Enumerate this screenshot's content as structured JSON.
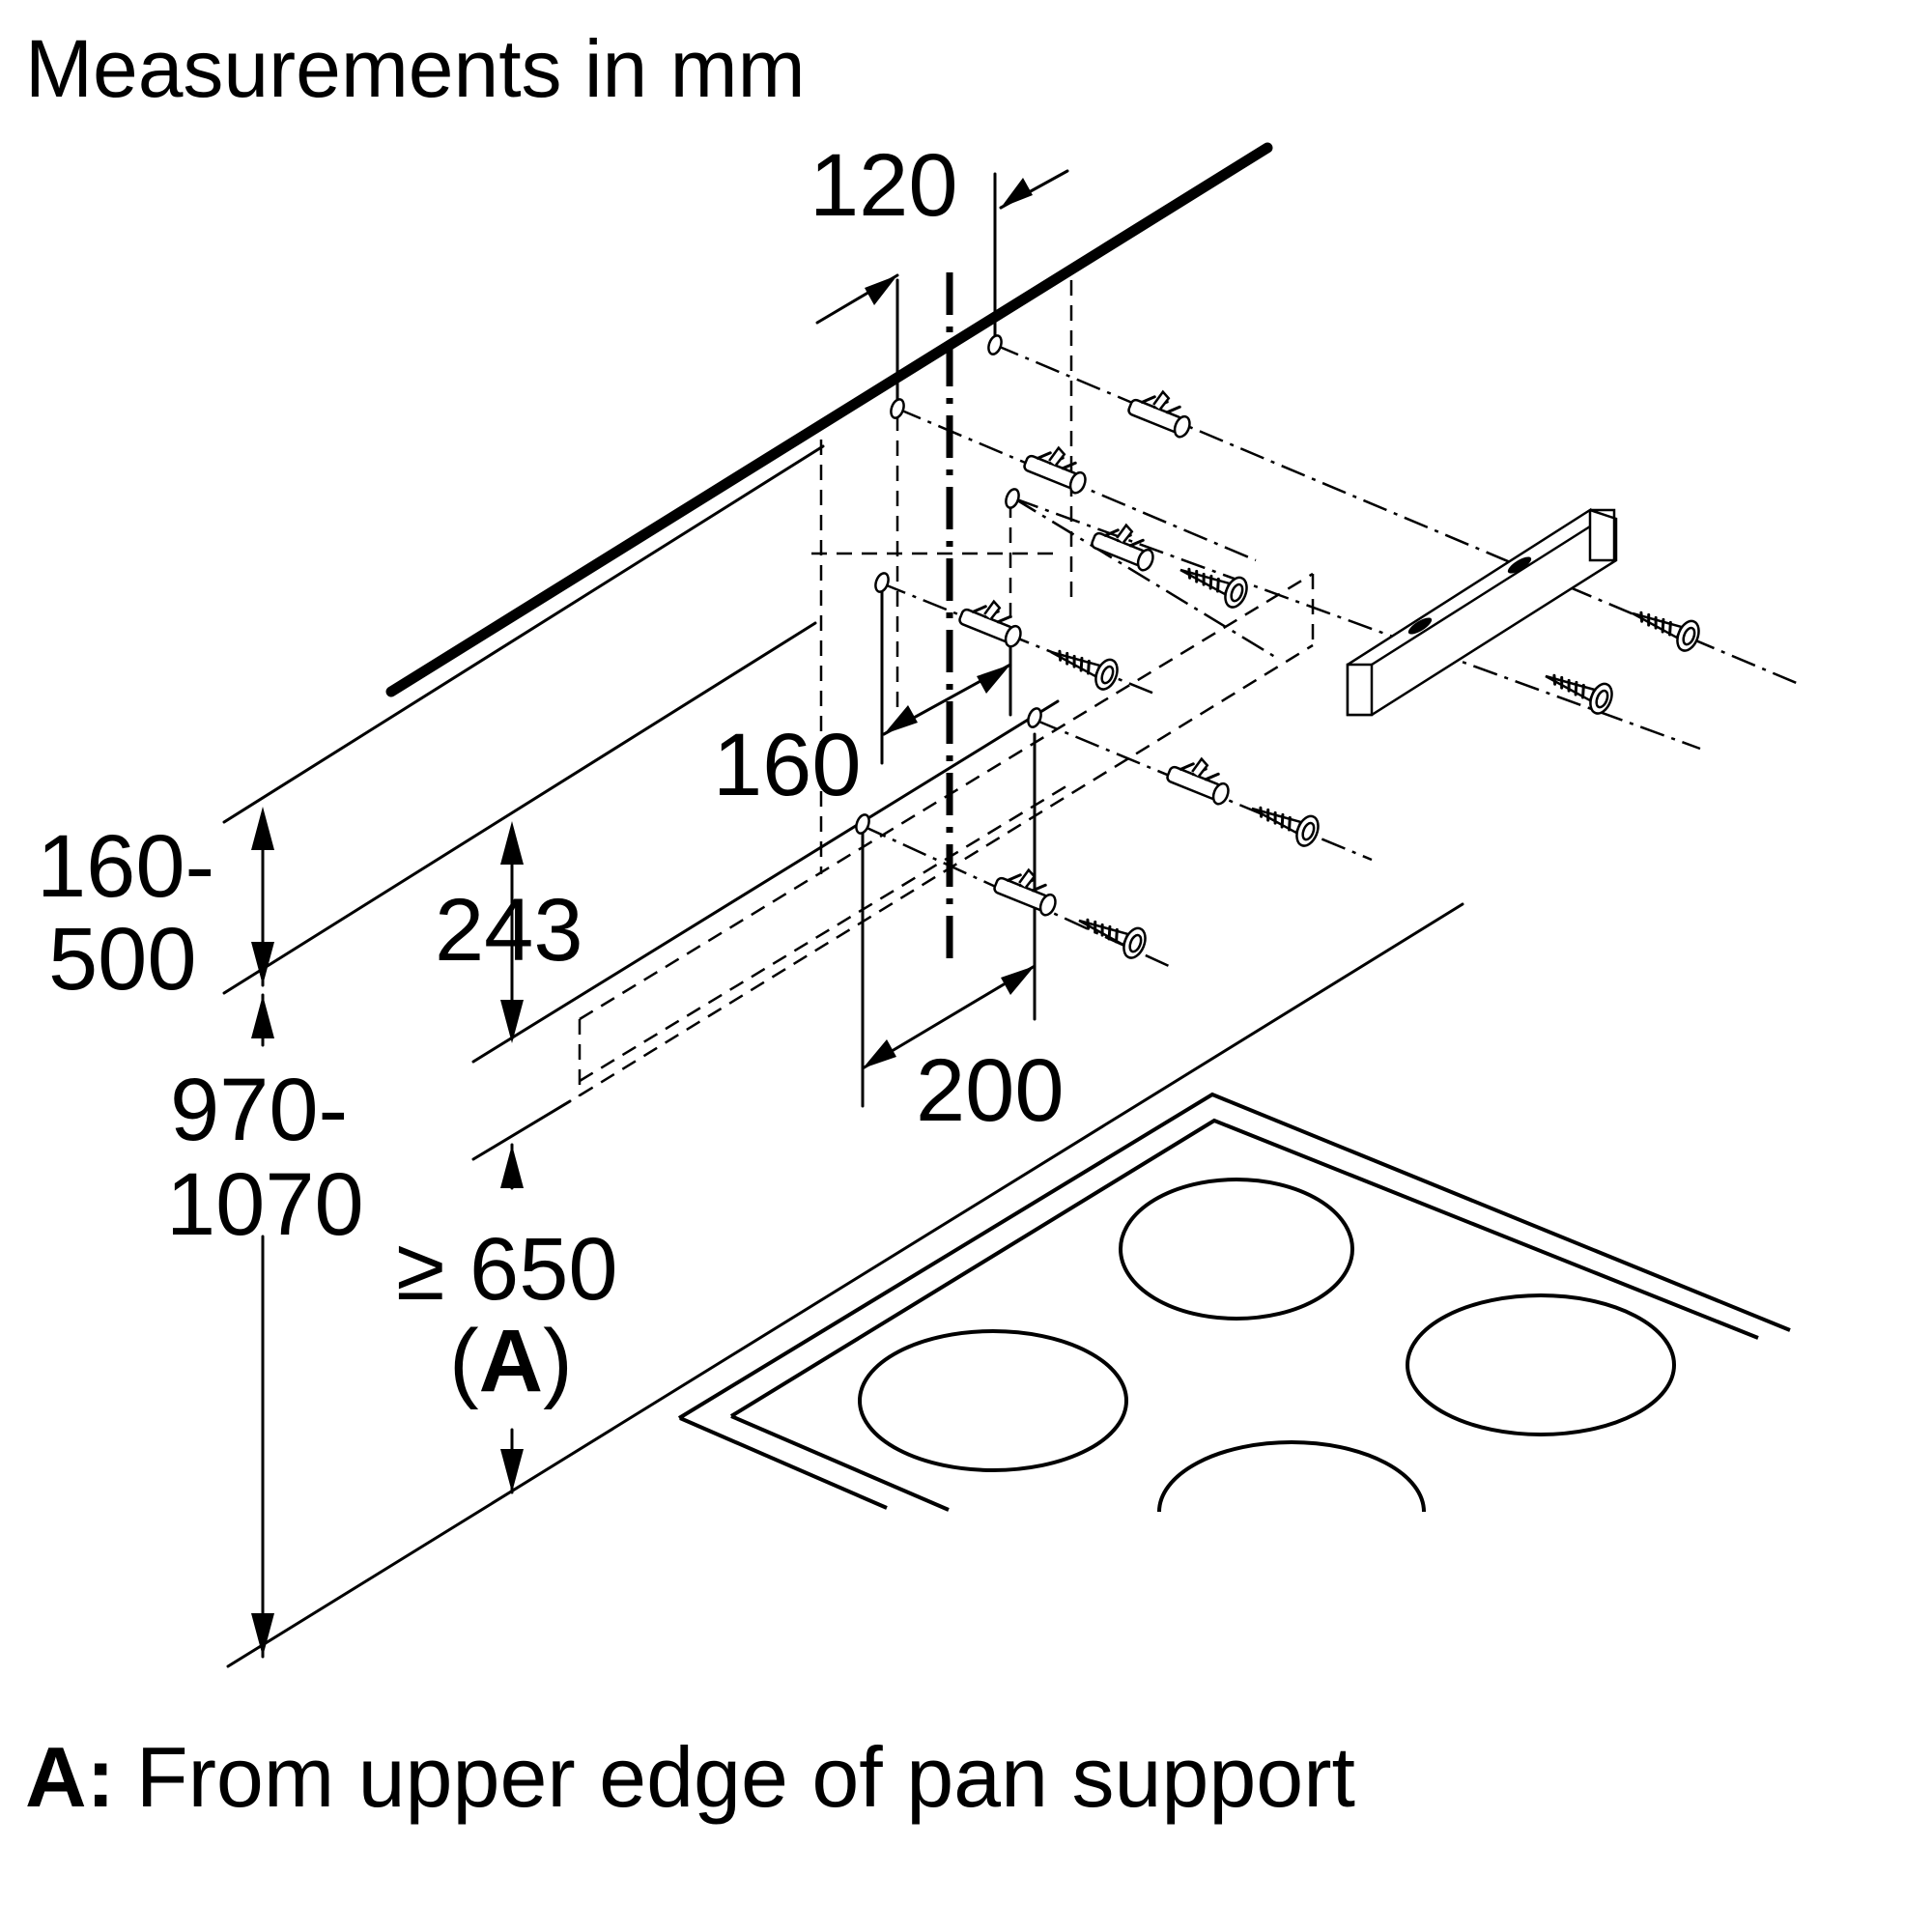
{
  "title": "Measurements in mm",
  "dimensions": {
    "hole_spacing_top": "120",
    "hole_offset": "160",
    "hole_spacing_bottom": "200",
    "range_upper_line1": "160-",
    "range_upper_line2": "500",
    "height_243": "243",
    "range_lower_line1": "970-",
    "range_lower_line2": "1070",
    "min_clearance": "≥ 650",
    "min_clearance_ref_open": "(",
    "min_clearance_ref_letter": "A",
    "min_clearance_ref_close": ")"
  },
  "footnote": {
    "key": "A:",
    "text": "From upper edge of pan support"
  },
  "icons": [
    "wall-plug-icon",
    "wood-screw-icon",
    "mounting-bracket-icon",
    "hob-icon"
  ]
}
